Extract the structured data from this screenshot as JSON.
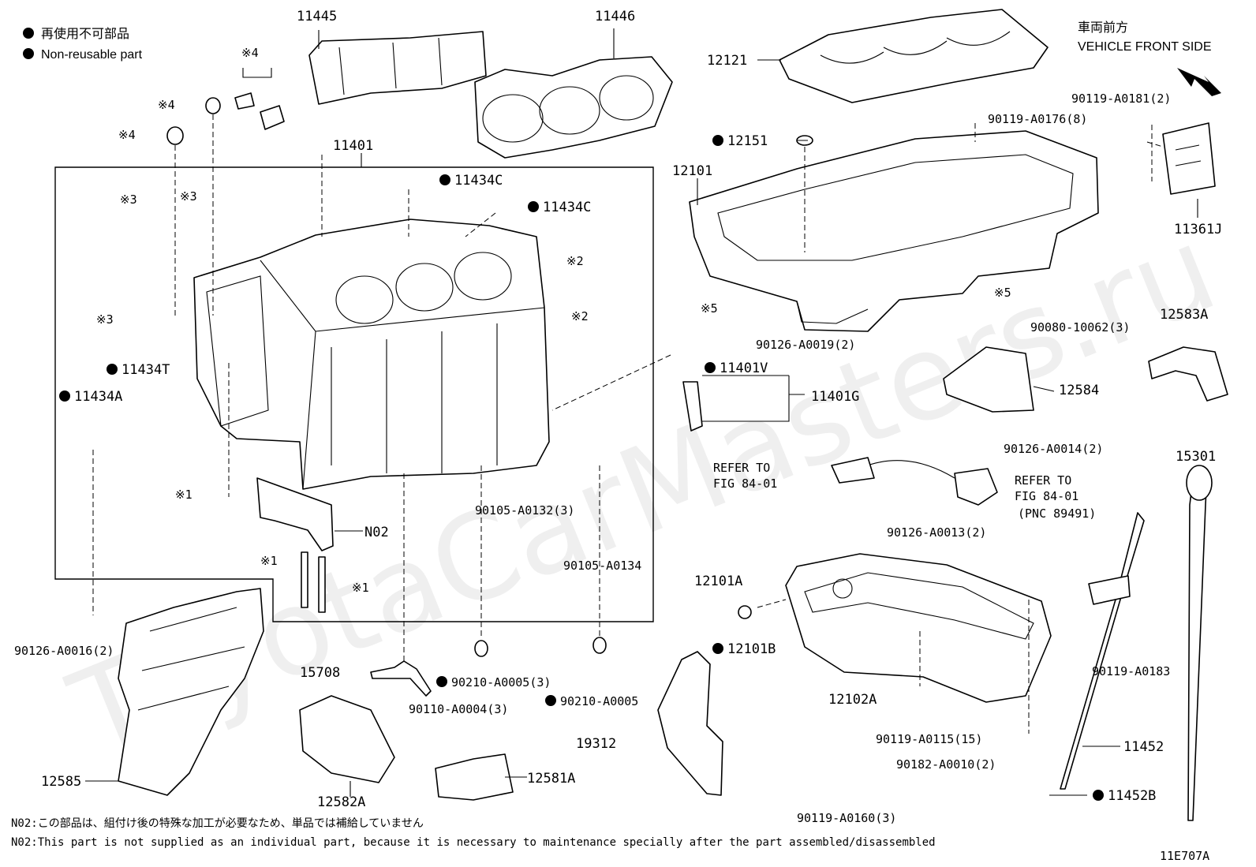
{
  "legend": {
    "ja": "再使用不可部品",
    "en": "Non-reusable part"
  },
  "direction": {
    "ja": "車両前方",
    "en": "VEHICLE FRONT SIDE"
  },
  "watermark": "ToyotaCarMasters.ru",
  "callouts": {
    "c11445": "11445",
    "c11446": "11446",
    "c12121": "12121",
    "c90119_A0176": "90119-A0176(8)",
    "c90119_A0181": "90119-A0181(2)",
    "c12151": "12151",
    "c12101": "12101",
    "c11361J": "11361J",
    "c11401": "11401",
    "c11434C_a": "11434C",
    "c11434C_b": "11434C",
    "c11434T": "11434T",
    "c11434A": "11434A",
    "c90126_A0019": "90126-A0019(2)",
    "c90080_10062": "90080-10062(3)",
    "c12583A": "12583A",
    "c11401V": "11401V",
    "c11401G": "11401G",
    "c12584": "12584",
    "c90126_A0014": "90126-A0014(2)",
    "refer1_a": "REFER TO",
    "refer1_b": "FIG 84-01",
    "refer2_a": "REFER TO",
    "refer2_b": "FIG 84-01",
    "refer2_c": "(PNC 89491)",
    "c15301": "15301",
    "cN02": "N02",
    "c90105_A0132": "90105-A0132(3)",
    "c90105_A0134": "90105-A0134",
    "c90126_A0013": "90126-A0013(2)",
    "c12101A": "12101A",
    "c12101B": "12101B",
    "c90119_A0183": "90119-A0183",
    "c90126_A0016": "90126-A0016(2)",
    "c15708": "15708",
    "c90210_A0005_3": "90210-A0005(3)",
    "c90110_A0004": "90110-A0004(3)",
    "c90210_A0005": "90210-A0005",
    "c12102A": "12102A",
    "c19312": "19312",
    "c90119_A0115": "90119-A0115(15)",
    "c90182_A0010": "90182-A0010(2)",
    "c11452": "11452",
    "c11452B": "11452B",
    "c12585": "12585",
    "c12582A": "12582A",
    "c12581A": "12581A",
    "c90119_A0160": "90119-A0160(3)",
    "ref1": "※1",
    "ref2": "※2",
    "ref3": "※3",
    "ref4": "※4",
    "ref5": "※5"
  },
  "notes": {
    "ja": "N02:この部品は、組付け後の特殊な加工が必要なため、単品では補給していません",
    "en": "N02:This part is not supplied as an individual part, because it is necessary to maintenance specially after the part assembled/disassembled"
  },
  "figure_code": "11E707A"
}
